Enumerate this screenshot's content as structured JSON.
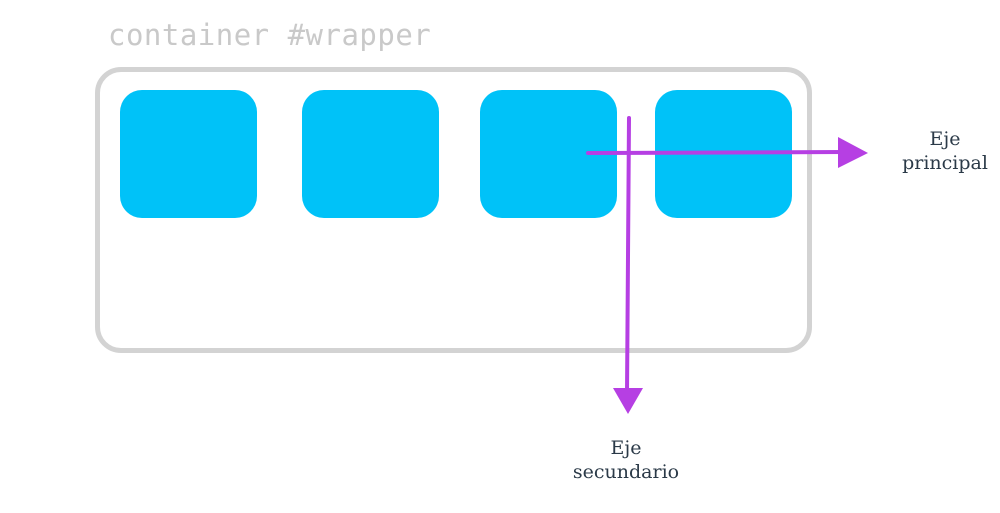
{
  "title": "container #wrapper",
  "colors": {
    "container_border": "#d3d3d3",
    "item_fill": "#00c2f8",
    "arrow": "#b63fe3",
    "title_text": "#c9c9c9",
    "label_text": "#2b3a48"
  },
  "items": [
    {
      "id": "item-1"
    },
    {
      "id": "item-2"
    },
    {
      "id": "item-3"
    },
    {
      "id": "item-4"
    }
  ],
  "axes": {
    "main": {
      "line1": "Eje",
      "line2": "principal"
    },
    "cross": {
      "line1": "Eje",
      "line2": "secundario"
    }
  }
}
